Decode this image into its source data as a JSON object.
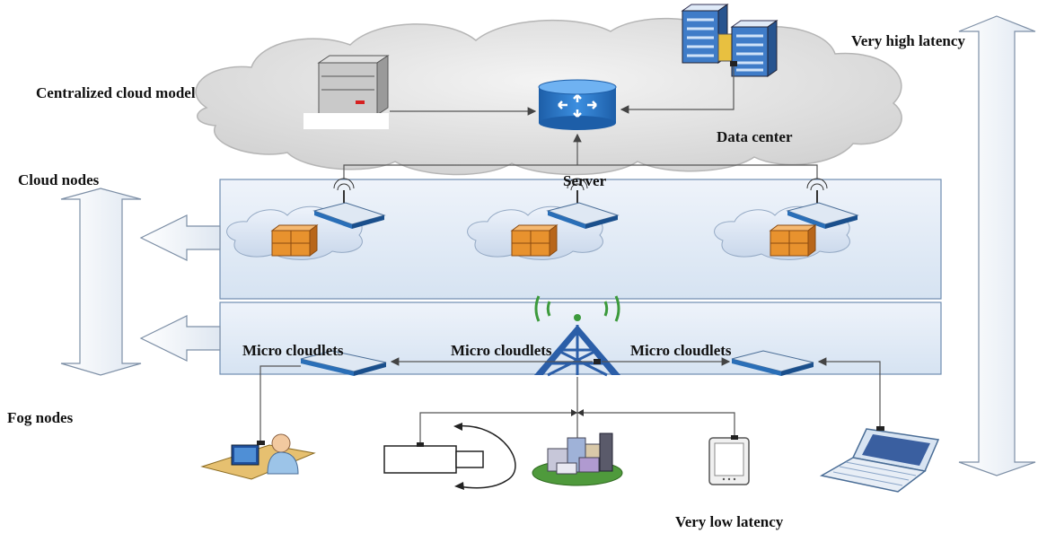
{
  "labels": {
    "very_high_latency": "Very high latency",
    "centralized_cloud_model": "Centralized cloud model",
    "data_center": "Data center",
    "server": "Server",
    "cloud_nodes": "Cloud nodes",
    "micro_cloudlets_left": "Micro cloudlets",
    "micro_cloudlets_center": "Micro cloudlets",
    "micro_cloudlets_right": "Micro cloudlets",
    "fog_nodes": "Fog nodes",
    "very_low_latency": "Very low latency"
  },
  "colors": {
    "cloud_fill": "#dedede",
    "panel_fill": "#dfe9f5",
    "router_blue": "#2a6fb8",
    "storage_orange": "#e8922e",
    "tower_blue": "#2b5ea8",
    "signal_green": "#3c9a3c",
    "line_gray": "#555555"
  },
  "icons": [
    "server-tower-icon",
    "router-icon",
    "data-center-icon",
    "wireless-router-icon",
    "storage-box-icon",
    "cell-tower-icon",
    "user-at-desk-icon",
    "camera-icon",
    "city-buildings-icon",
    "tablet-icon",
    "laptop-icon"
  ]
}
